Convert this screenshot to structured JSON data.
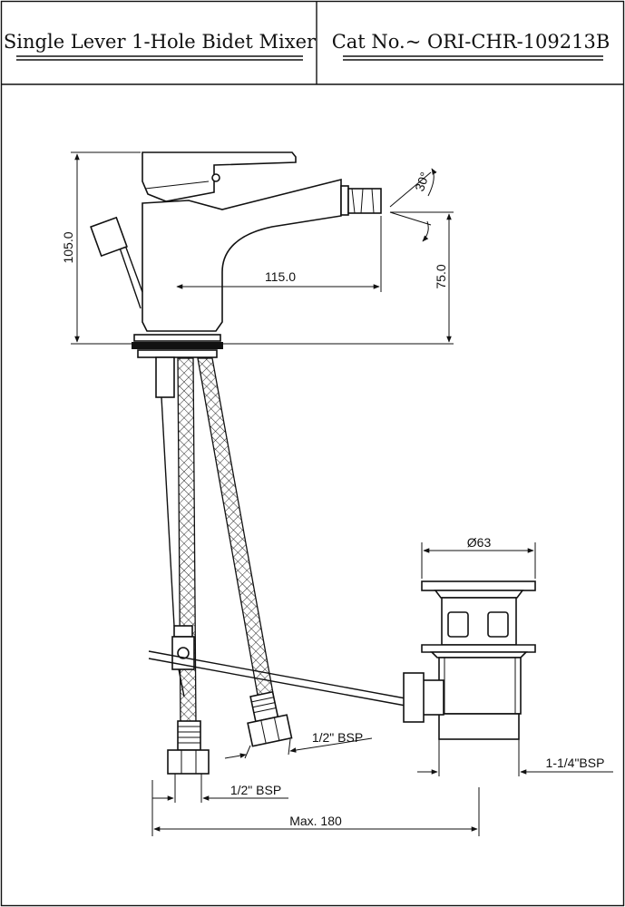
{
  "title_block": {
    "product_name": "Single Lever 1-Hole Bidet Mixer",
    "catalogue_number": "Cat No.~ ORI-CHR-109213B"
  },
  "dimensions": {
    "total_height": "105.0",
    "spout_reach": "115.0",
    "spout_height": "75.0",
    "spray_angle": "30°",
    "waste_diameter": "Ø63",
    "hose_thread_right": "1/2\" BSP",
    "hose_thread_left": "1/2\" BSP",
    "waste_thread": "1-1/4\"BSP",
    "max_spread": "Max. 180"
  }
}
